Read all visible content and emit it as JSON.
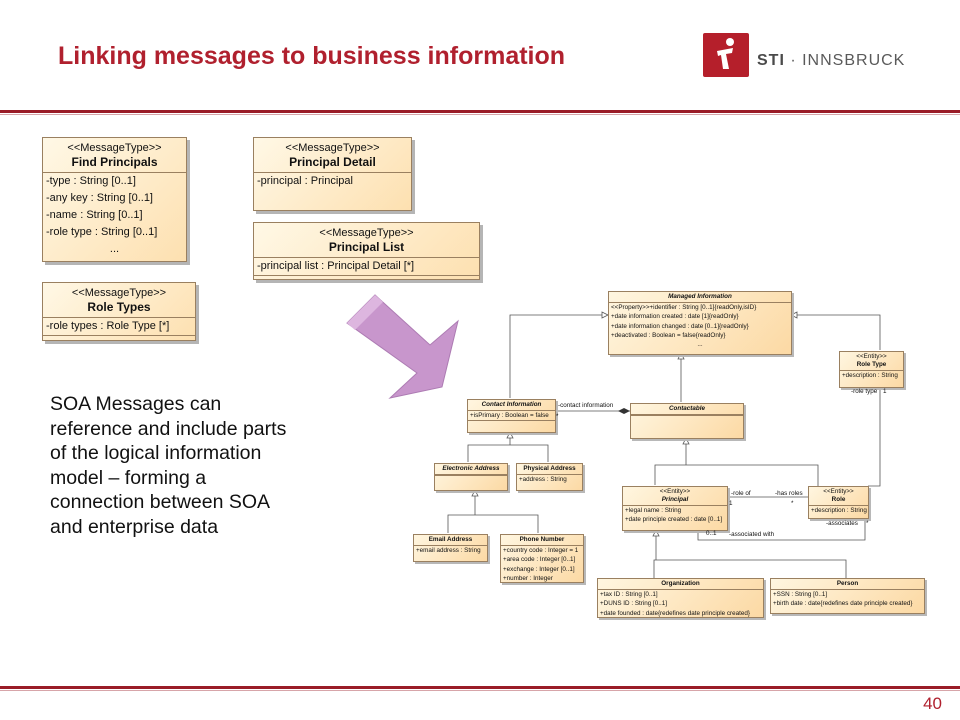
{
  "header": {
    "title": "Linking messages to business information",
    "logo_strong": "STI",
    "logo_rest": " · INNSBRUCK"
  },
  "description": "SOA Messages can reference and include parts of the logical information model – forming a connection between SOA and enterprise data",
  "page_number": "40",
  "message_types": {
    "find_principals": {
      "stereotype": "<<MessageType>>",
      "name": "Find Principals",
      "attributes": [
        "-type : String [0..1]",
        "-any key : String [0..1]",
        "-name : String [0..1]",
        "-role type : String [0..1]",
        "..."
      ]
    },
    "principal_detail": {
      "stereotype": "<<MessageType>>",
      "name": "Principal Detail",
      "attributes": [
        "-principal : Principal"
      ]
    },
    "principal_list": {
      "stereotype": "<<MessageType>>",
      "name": "Principal List",
      "attributes": [
        "-principal list : Principal Detail [*]"
      ]
    },
    "role_types": {
      "stereotype": "<<MessageType>>",
      "name": "Role Types",
      "attributes": [
        "-role types : Role Type [*]"
      ]
    }
  },
  "model": {
    "managed_information": {
      "name": "Managed Information",
      "attributes": [
        "<<Property>>+identifier : String [0..1]{readOnly,isID}",
        "+date information created : date [1]{readOnly}",
        "+date information changed : date [0..1]{readOnly}",
        "+deactivated : Boolean = false{readOnly}",
        "..."
      ]
    },
    "role_type": {
      "stereotype": "<<Entity>>",
      "name": "Role Type",
      "attributes": [
        "+description : String"
      ]
    },
    "contact_information": {
      "name": "Contact Information",
      "attributes": [
        "+isPrimary : Boolean = false"
      ]
    },
    "contactable": {
      "name": "Contactable"
    },
    "electronic_address": {
      "name": "Electronic Address"
    },
    "physical_address": {
      "name": "Physical Address",
      "attributes": [
        "+address : String"
      ]
    },
    "principal": {
      "stereotype": "<<Entity>>",
      "name": "Principal",
      "attributes": [
        "+legal name : String",
        "+date principle created : date [0..1]"
      ]
    },
    "role": {
      "stereotype": "<<Entity>>",
      "name": "Role",
      "attributes": [
        "+description : String [0..1]"
      ]
    },
    "email_address": {
      "name": "Email Address",
      "attributes": [
        "+email address : String"
      ]
    },
    "phone_number": {
      "name": "Phone Number",
      "attributes": [
        "+country code : Integer = 1",
        "+area code : Integer [0..1]",
        "+exchange : Integer [0..1]",
        "+number : Integer"
      ]
    },
    "organization": {
      "name": "Organization",
      "attributes": [
        "+tax ID : String [0..1]",
        "+DUNS ID : String [0..1]",
        "+date founded : date{redefines date principle created}"
      ]
    },
    "person": {
      "name": "Person",
      "attributes": [
        "+SSN : String [0..1]",
        "+birth date : date{redefines date principle created}"
      ]
    },
    "labels": {
      "contact_information": "-contact information",
      "star1": "*",
      "role_type": "-role type",
      "one1": "1",
      "role_of": "-role of",
      "has_roles": "-has roles",
      "one2": "1",
      "star2": "*",
      "associates": "-associates",
      "star3": "*",
      "zero_one": "0..1",
      "associated_with": "-associated with"
    }
  },
  "colors": {
    "accent": "#b0202e",
    "arrow": "#c896cc",
    "box_fill": "#fde0b0"
  }
}
